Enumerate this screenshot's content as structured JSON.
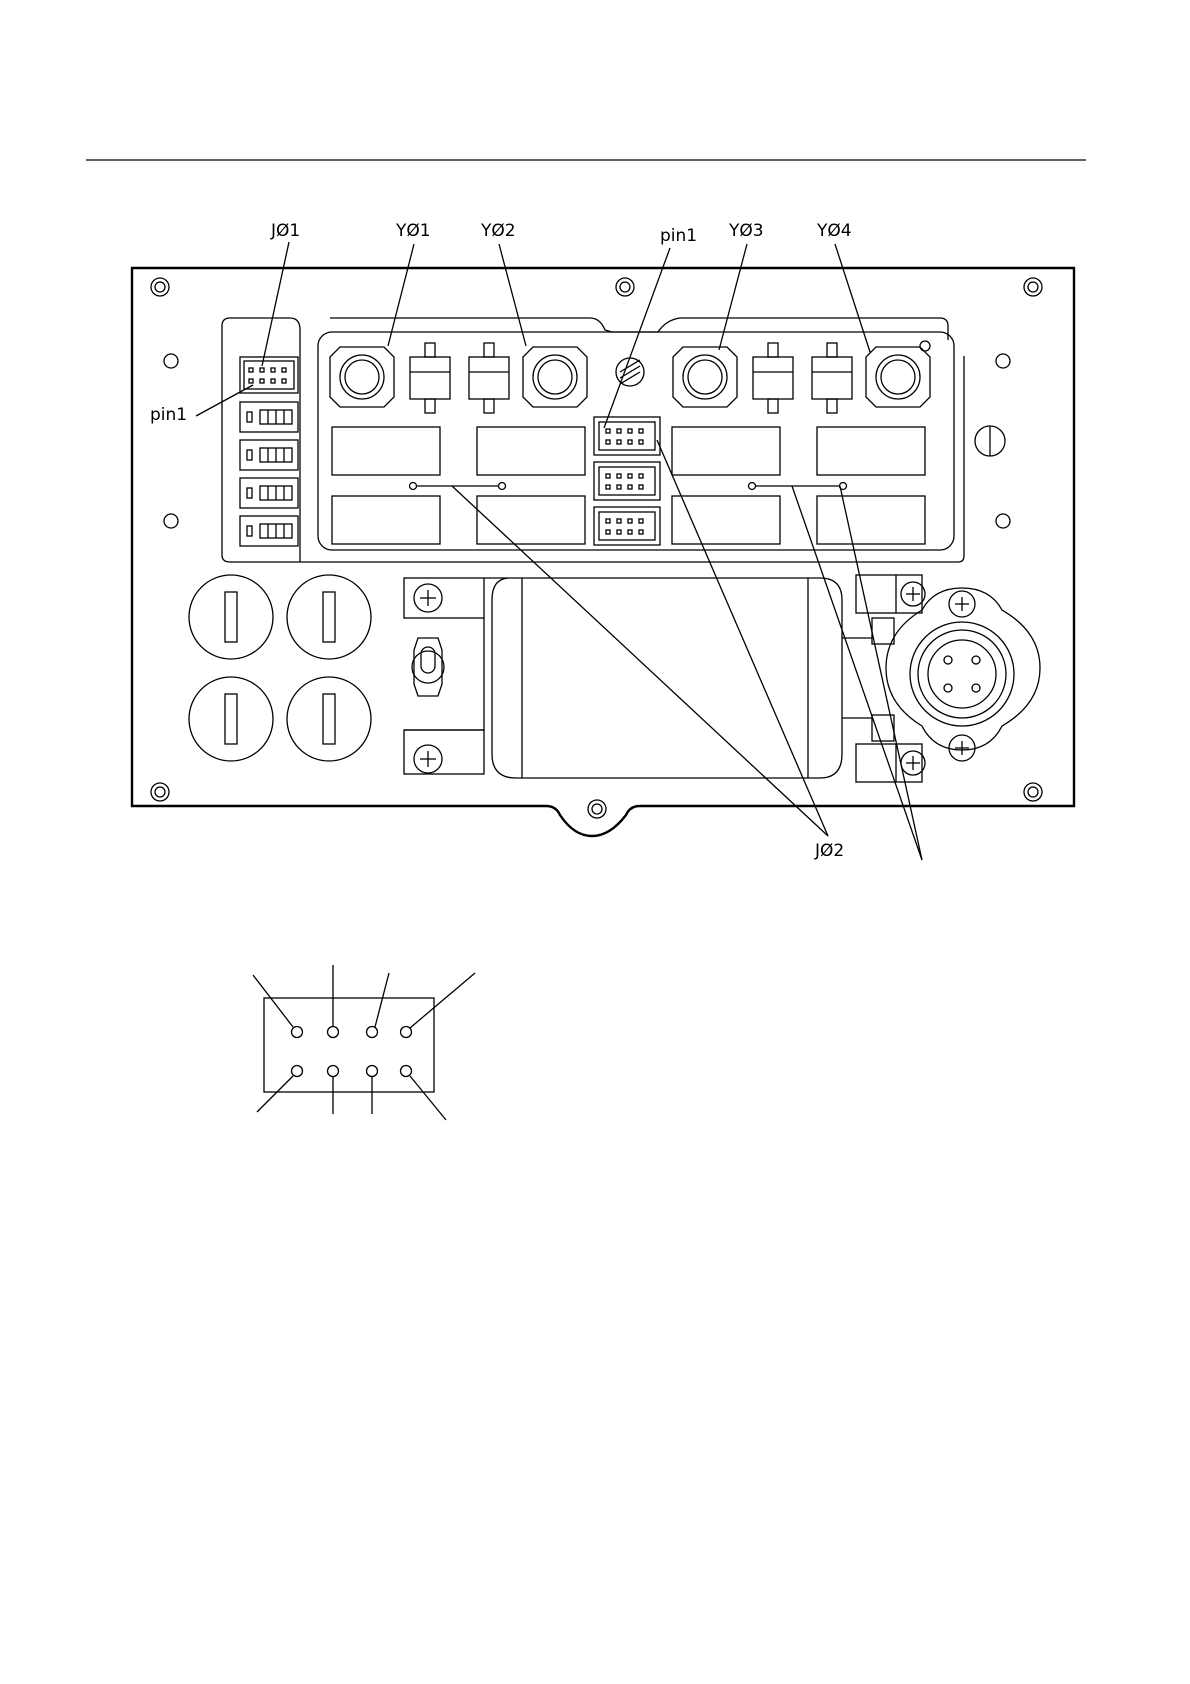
{
  "diagram": {
    "labels": {
      "j01": "JØ1",
      "y01": "YØ1",
      "y02": "YØ2",
      "pin1_top": "pin1",
      "y03": "YØ3",
      "y04": "YØ4",
      "pin1_left": "pin1",
      "j02": "JØ2"
    },
    "connector_detail": {
      "pin_rows": 2,
      "pins_per_row": 4
    }
  }
}
